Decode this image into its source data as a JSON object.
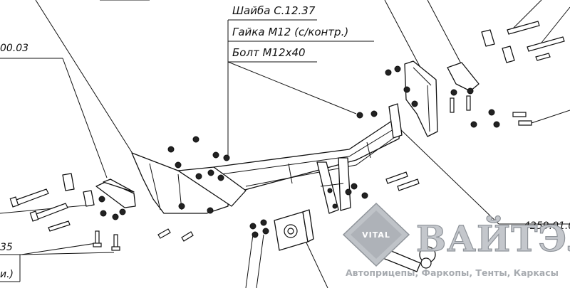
{
  "labels": {
    "washer": "Шайба С.12.37",
    "nut": "Гайка М12 (с/контр.)",
    "bolt": "Болт М12х40",
    "code_left": "00.03",
    "code_right": "4259.01.0",
    "num_bottom_left": "35",
    "paren_bottom_left": "и.)"
  },
  "watermark": {
    "badge": "VITAL",
    "brand": "ВАЙТЭЛ",
    "tagline": "Автоприцепы, Фаркопы, Тенты, Каркасы",
    "color": "#a7abb0"
  }
}
